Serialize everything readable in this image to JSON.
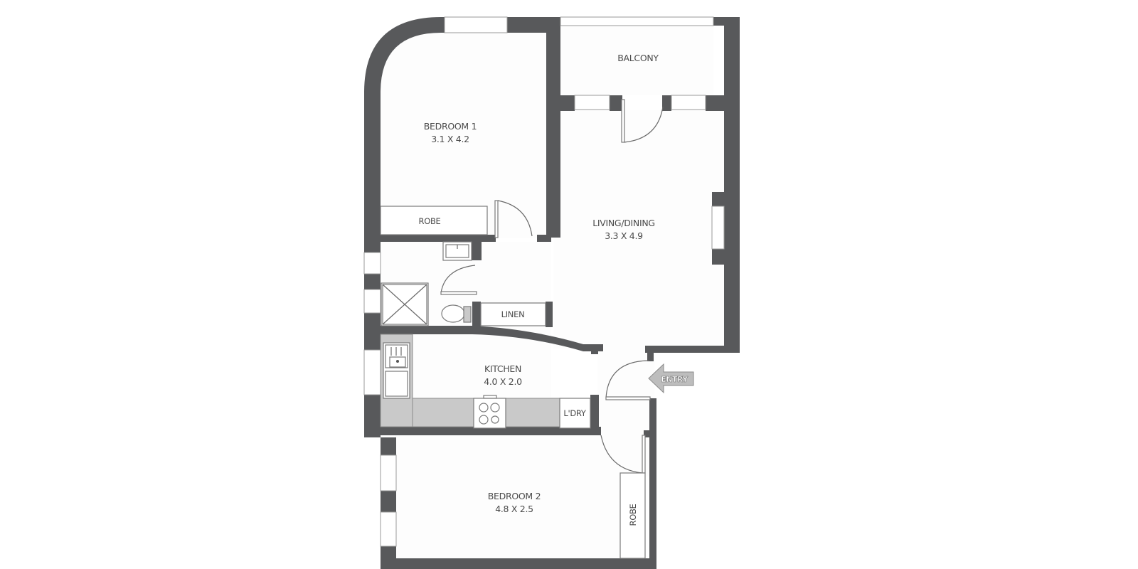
{
  "floorplan": {
    "colors": {
      "wall": "#58595b",
      "bench": "#c9c9c9",
      "label": "#4a4a4a",
      "background": "#ffffff"
    },
    "rooms": {
      "bedroom1": {
        "name": "BEDROOM 1",
        "size": "3.1 X 4.2"
      },
      "balcony": {
        "name": "BALCONY"
      },
      "living": {
        "name": "LIVING/DINING",
        "size": "3.3 X 4.9"
      },
      "kitchen": {
        "name": "KITCHEN",
        "size": "4.0 X 2.0"
      },
      "bedroom2": {
        "name": "BEDROOM 2",
        "size": "4.8 X 2.5"
      }
    },
    "storage": {
      "robe1": "ROBE",
      "linen": "LINEN",
      "laundry": "L'DRY",
      "robe2": "ROBE"
    },
    "entry": {
      "label": "ENTRY",
      "icon": "arrow-left-icon"
    }
  }
}
